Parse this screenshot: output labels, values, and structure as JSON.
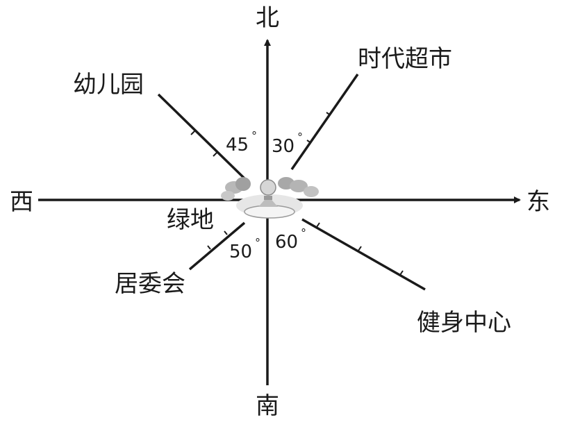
{
  "directions": {
    "north": "北",
    "south": "南",
    "east": "东",
    "west": "西"
  },
  "center": {
    "label": "绿地"
  },
  "places": {
    "kindergarten": "幼儿园",
    "supermarket": "时代超市",
    "committee": "居委会",
    "fitness": "健身中心"
  },
  "angles": {
    "kindergarten": {
      "value": "45",
      "unit": "°"
    },
    "supermarket": {
      "value": "30",
      "unit": "°"
    },
    "committee": {
      "value": "50",
      "unit": "°"
    },
    "fitness": {
      "value": "60",
      "unit": "°"
    }
  }
}
